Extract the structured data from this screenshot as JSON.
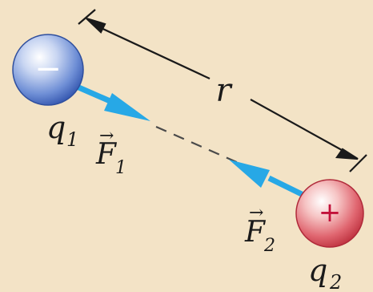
{
  "charges": {
    "q1": {
      "label": "q",
      "subscript": "1",
      "sign": "−",
      "color": "#4f7fd0"
    },
    "q2": {
      "label": "q",
      "subscript": "2",
      "sign": "+",
      "color": "#e0505e"
    }
  },
  "forces": {
    "f1": {
      "label": "F",
      "subscript": "1",
      "arrow": "→"
    },
    "f2": {
      "label": "F",
      "subscript": "2",
      "arrow": "→"
    }
  },
  "distance": {
    "label": "r"
  },
  "colors": {
    "background": "#f3e3c6",
    "force_arrow": "#27a8e6",
    "dimension_line": "#1a1a1a",
    "sign_q1": "#ffffff",
    "sign_q2": "#c2123a"
  }
}
